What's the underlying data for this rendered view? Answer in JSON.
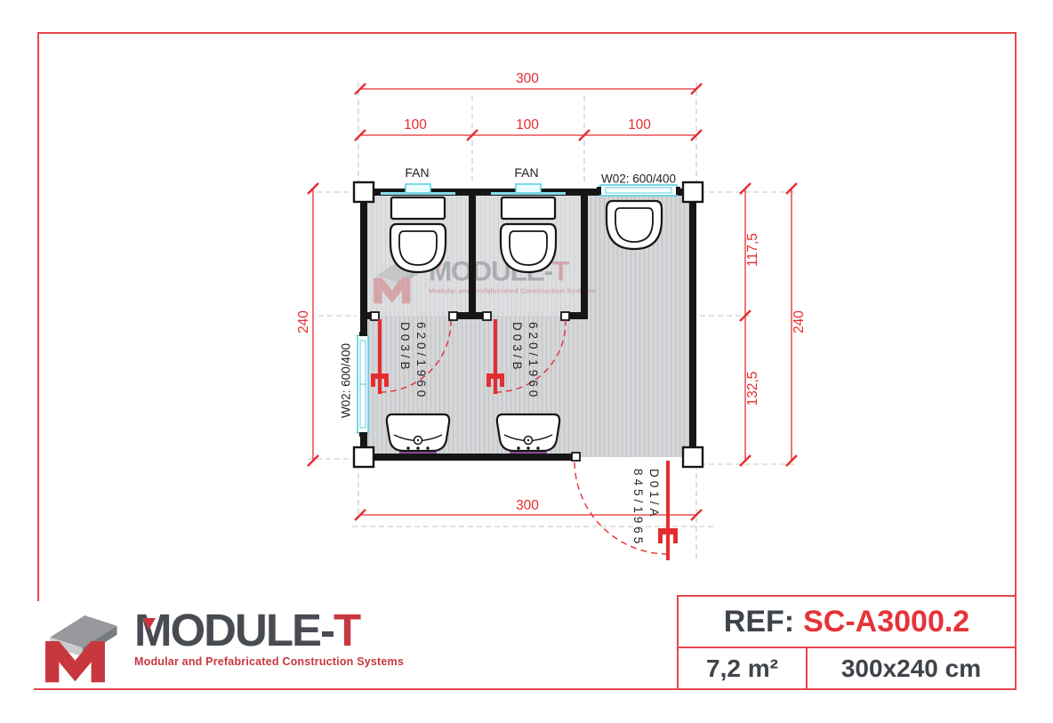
{
  "plan": {
    "dims": {
      "top_total": "300",
      "seg1": "100",
      "seg2": "100",
      "seg3": "100",
      "left_total": "240",
      "right_top": "117,5",
      "right_bottom": "132,5",
      "right_total": "240",
      "bottom_total": "300"
    },
    "labels": {
      "fan_left": "FAN",
      "fan_mid": "FAN",
      "window_top": "W02: 600/400",
      "window_left": "W02: 600/400",
      "small_doors": [
        {
          "code": "D03/B",
          "size": "620/1960"
        },
        {
          "code": "D03/B",
          "size": "620/1960"
        }
      ],
      "main_door": {
        "code": "D01/A",
        "size": "845/1965"
      }
    }
  },
  "logo": {
    "brand_main": "MODULE-",
    "brand_accent": "T",
    "tagline": "Modular and Prefabricated Construction Systems"
  },
  "ref_box": {
    "label": "REF:",
    "value": "SC-A3000.2",
    "area": "7,2 m²",
    "size": "300x240 cm"
  },
  "colors": {
    "dimension_red": "#e52d30",
    "frame_red": "#e8474b",
    "logo_red": "#c8373e",
    "dark_gray": "#43474c",
    "window_cyan": "#58cfe0",
    "wall_black": "#161616"
  }
}
